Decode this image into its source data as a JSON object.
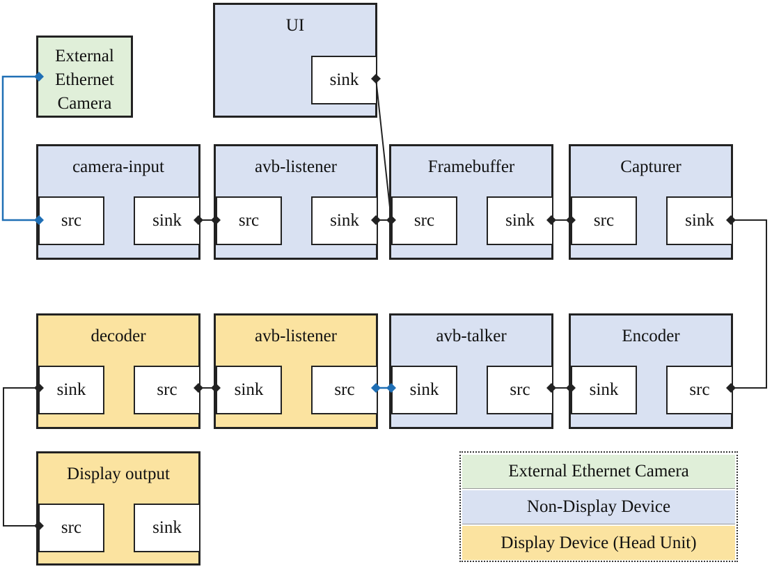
{
  "ui": {
    "title": "UI",
    "sink": "sink"
  },
  "external_camera": {
    "line1": "External",
    "line2": "Ethernet",
    "line3": "Camera"
  },
  "row1": [
    {
      "title": "camera-input",
      "left_port": "src",
      "right_port": "sink"
    },
    {
      "title": "avb-listener",
      "left_port": "src",
      "right_port": "sink"
    },
    {
      "title": "Framebuffer",
      "left_port": "src",
      "right_port": "sink"
    },
    {
      "title": "Capturer",
      "left_port": "src",
      "right_port": "sink"
    }
  ],
  "row2": [
    {
      "title": "decoder",
      "left_port": "sink",
      "right_port": "src"
    },
    {
      "title": "avb-listener",
      "left_port": "sink",
      "right_port": "src"
    },
    {
      "title": "avb-talker",
      "left_port": "sink",
      "right_port": "src"
    },
    {
      "title": "Encoder",
      "left_port": "sink",
      "right_port": "src"
    }
  ],
  "display_output": {
    "title": "Display output",
    "left_port": "src",
    "right_port": "sink"
  },
  "legend": {
    "items": [
      {
        "label": "External Ethernet Camera",
        "color": "#e0efd9"
      },
      {
        "label": "Non-Display Device",
        "color": "#d9e1f2"
      },
      {
        "label": "Display Device (Head Unit)",
        "color": "#fbe3a0"
      }
    ]
  },
  "colors": {
    "non_display": "#d9e1f2",
    "display": "#fbe3a0",
    "external_camera": "#e0efd9",
    "ethernet_link": "#1f6fb5",
    "internal_link": "#222222"
  }
}
